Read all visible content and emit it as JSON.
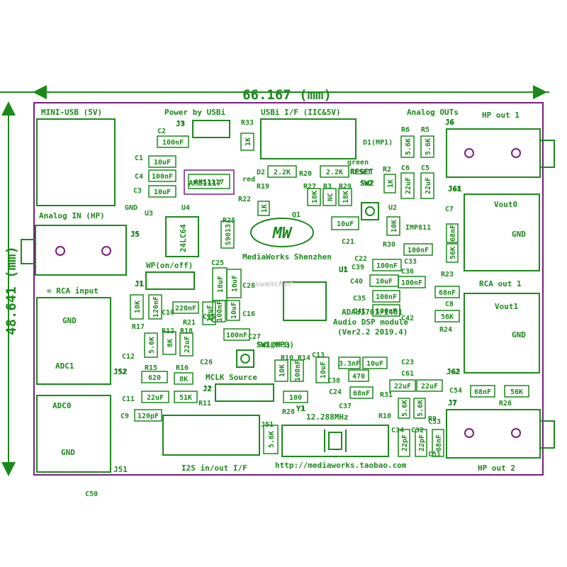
{
  "colors": {
    "silkscreen": "#1a8a1a",
    "outline": "#7a1e7e",
    "dimension": "#1a8a1a"
  },
  "dimensions": {
    "width": "66.167 (mm)",
    "height": "48.641 (mm)"
  },
  "watermark": "swancher",
  "board": {
    "top_labels": {
      "mini_usb": "MINI-USB (5V)",
      "power": "Power by USBi",
      "usbi": "USBi I/F (IIC&5V)",
      "analog_outs": "Analog OUTs",
      "hp_out1": "HP out 1"
    },
    "center": {
      "company": "MediaWorks Shenzhen",
      "title1": "ADAU1701/1401",
      "title2": "Audio DSP module",
      "version": "(Ver2.2 2019.4)",
      "crystal": "12.288MHz",
      "mclk": "MCLK Source",
      "i2s": "I2S in/out I/F",
      "url": "http://mediaworks.taobao.com",
      "hp_out2": "HP out 2"
    },
    "left_labels": {
      "analog_in": "Analog IN (HP)",
      "rca_input": "= RCA input",
      "gnd1": "GND",
      "adc1": "ADC1",
      "adc0": "ADC0",
      "gnd0": "GND",
      "wp": "WP(on/off)"
    },
    "right_labels": {
      "vout0": "Vout0",
      "gnd_a": "GND",
      "rca_out1": "RCA out 1",
      "vout1": "Vout1",
      "gnd_b": "GND"
    },
    "refs": [
      "J3",
      "C2",
      "C1",
      "C4",
      "C3",
      "GND",
      "U3",
      "U4",
      "R33",
      "D2",
      "red",
      "R19",
      "R22",
      "Q1",
      "D1(MP1)",
      "green",
      "R20",
      "RESET",
      "SW2",
      "R27",
      "R3",
      "R29",
      "R6",
      "R5",
      "J6",
      "C6",
      "C5",
      "R2",
      "U2",
      "J61",
      "C7",
      "IMP811",
      "R30",
      "C22",
      "C39",
      "C36",
      "C33",
      "R23",
      "C40",
      "C35",
      "C41",
      "C42",
      "C8",
      "R24",
      "J62",
      "C21",
      "U1",
      "C25",
      "C28",
      "C15",
      "C16",
      "C26",
      "C27",
      "C10",
      "R21",
      "R17",
      "R12",
      "R18",
      "C12",
      "R15",
      "R16",
      "J52",
      "J1",
      "J5",
      "SW1(MP3)",
      "R10",
      "R14",
      "C13",
      "C23",
      "C24",
      "C38",
      "C37",
      "R31",
      "C61",
      "C54",
      "R26",
      "J7",
      "C11",
      "C9",
      "R11",
      "J2",
      "R28",
      "Y1",
      "R10",
      "R9",
      "J51",
      "C34",
      "C32",
      "C53",
      "C51",
      "R25",
      "C50"
    ],
    "values": [
      "100nF",
      "10uF",
      "100nF",
      "10uF",
      "AMS1117",
      "1K",
      "1K",
      "2.2K",
      "2.2K",
      "10K",
      "NC",
      "18K",
      "5.6K",
      "5.6K",
      "1K",
      "22uF",
      "22uF",
      "10uF",
      "10K",
      "100nF",
      "68nF",
      "56K",
      "100nF",
      "100nF",
      "10uF",
      "100nF",
      "100nF",
      "68nF",
      "56K",
      "10uF",
      "10uF",
      "10uF",
      "100nF",
      "10uF",
      "100nF",
      "10K",
      "120nF",
      "220nF",
      "5.6K",
      "8K",
      "22uF",
      "620",
      "8K",
      "51K",
      "22uF",
      "120pF",
      "100",
      "10K",
      "100nF",
      "10uF",
      "3.3nF",
      "10uF",
      "470",
      "68nF",
      "22uF",
      "22uF",
      "68nF",
      "56K",
      "5.6K",
      "5.6K",
      "22pF",
      "22pF",
      "68nF",
      "5.6K",
      "S9013",
      "24LC64"
    ]
  }
}
